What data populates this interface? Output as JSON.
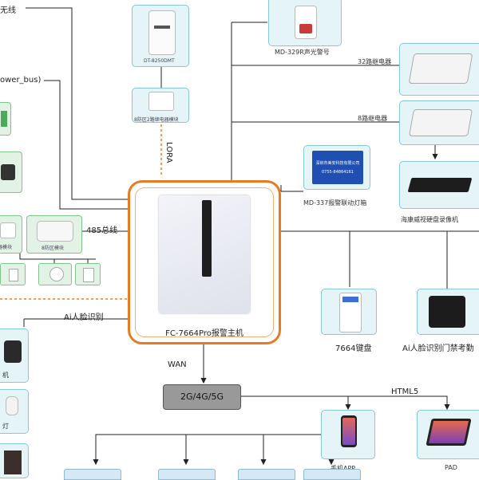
{
  "left_edge": {
    "wireless": "无线",
    "power_bus": "ower_bus)"
  },
  "top_devices": {
    "pir_model": "DT-8250DMT",
    "relay_module": "8防区2路继电器模块",
    "lora": "LORA",
    "siren": "MD-329R声光警号"
  },
  "relays": {
    "r32": "32路继电器",
    "r8": "8路继电器"
  },
  "light_box": {
    "label": "MD-337报警联动灯箱",
    "sign_title": "深圳市美安科技有限公司",
    "sign_phone": "0755-84864161"
  },
  "nvr": {
    "label": "海康威视硬盘录像机"
  },
  "bus485": {
    "label": "485总线",
    "module_label": "8防区模块",
    "left_module_label": "器模块"
  },
  "host": {
    "label": "FC-7664Pro报警主机"
  },
  "ai_face_left": "Ai人脸识别",
  "keypad": {
    "label": "7664键盘"
  },
  "access_terminal": {
    "label": "Ai人脸识别门禁考勤"
  },
  "wan": "WAN",
  "network": "2G/4G/5G",
  "html5": "HTML5",
  "phone": {
    "label": "手机APP"
  },
  "pad": {
    "label": "PAD"
  },
  "left_cut": {
    "label_a": "机",
    "label_b": "灯"
  }
}
